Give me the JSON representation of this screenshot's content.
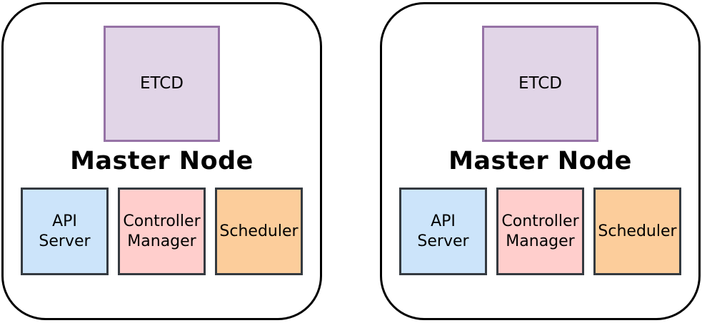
{
  "palette": {
    "panel_border": "#000000",
    "panel_background": "#FFFFFF",
    "etcd_fill": "#E1D5E7",
    "etcd_border": "#9673A6",
    "api_server_fill": "#CCE4FA",
    "controller_manager_fill": "#FFCECC",
    "scheduler_fill": "#FCCD9B",
    "component_border": "#343A40",
    "text_color": "#000000"
  },
  "panels": [
    {
      "title": "Master Node",
      "etcd_label": "ETCD",
      "components": [
        {
          "label": "API Server"
        },
        {
          "label": "Controller Manager"
        },
        {
          "label": "Scheduler"
        }
      ]
    },
    {
      "title": "Master Node",
      "etcd_label": "ETCD",
      "components": [
        {
          "label": "API Server"
        },
        {
          "label": "Controller Manager"
        },
        {
          "label": "Scheduler"
        }
      ]
    }
  ]
}
